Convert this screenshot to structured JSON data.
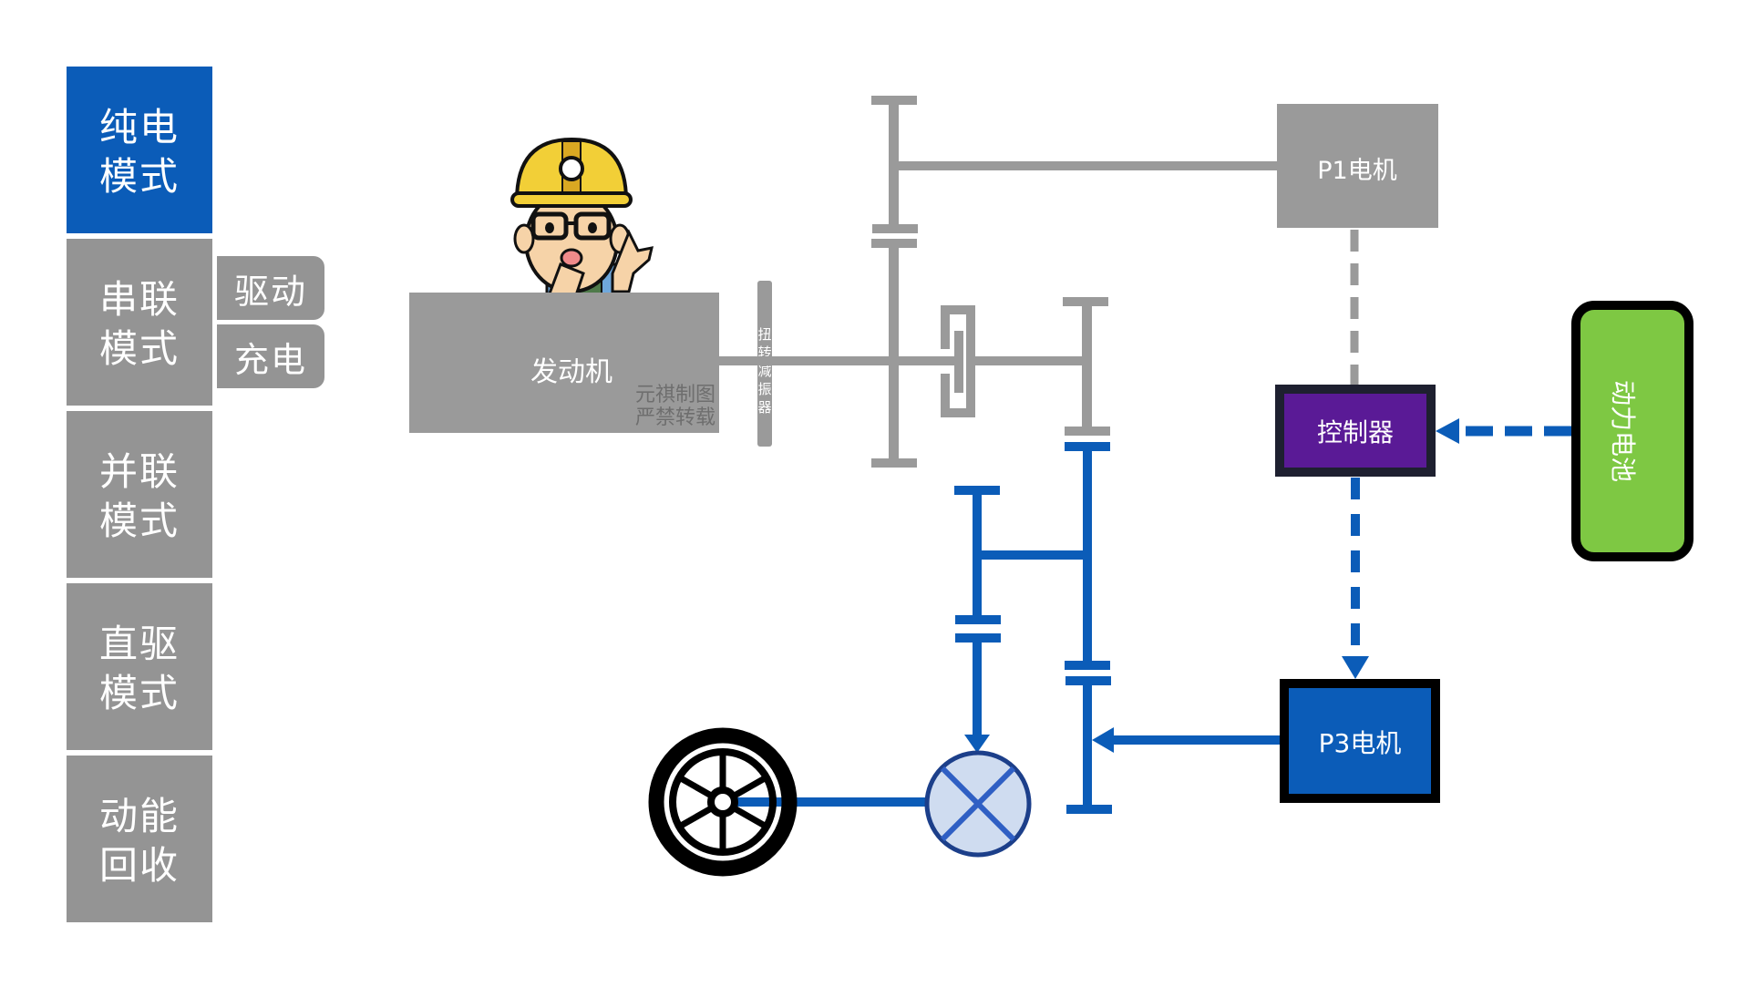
{
  "sidebar": {
    "modes": [
      {
        "line1": "纯电",
        "line2": "模式",
        "active": true
      },
      {
        "line1": "串联",
        "line2": "模式",
        "active": false
      },
      {
        "line1": "并联",
        "line2": "模式",
        "active": false
      },
      {
        "line1": "直驱",
        "line2": "模式",
        "active": false
      },
      {
        "line1": "动能",
        "line2": "回收",
        "active": false
      }
    ],
    "series_submodes": [
      "驱动",
      "充电"
    ]
  },
  "diagram": {
    "engine_label": "发动机",
    "watermark": [
      "元祺制图",
      "严禁转载"
    ],
    "damper_label": [
      "扭",
      "转",
      "减",
      "振",
      "器"
    ],
    "p1_motor_label": "P1电机",
    "controller_label": "控制器",
    "battery_label": "动力电池",
    "p3_motor_label": "P3电机",
    "colors": {
      "active_blue": "#0b5cb8",
      "inactive_gray": "#9a9a9a",
      "controller_purple": "#5a1a96",
      "battery_green": "#7ec843",
      "differential_fill": "#cfdcf0"
    },
    "icons": [
      "engineer-mascot",
      "wheel-icon",
      "differential-icon"
    ]
  }
}
